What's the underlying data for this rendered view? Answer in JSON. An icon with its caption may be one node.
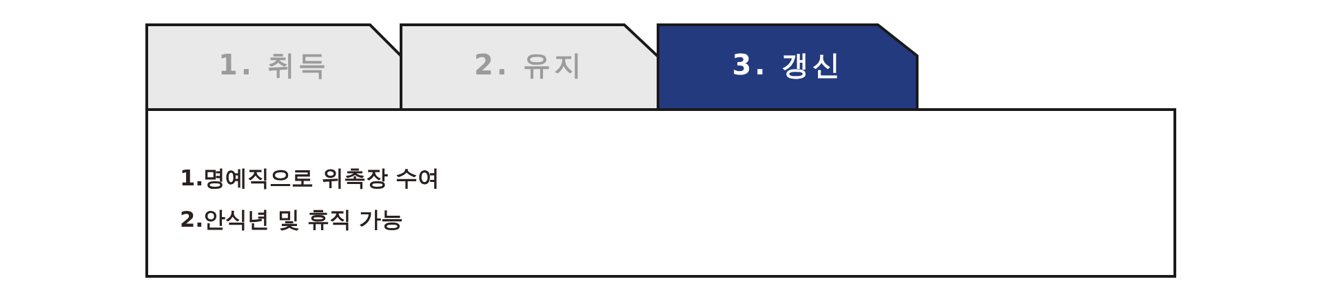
{
  "diagram": {
    "nodes": [
      {
        "text": [
          "1. 취득"
        ]
      },
      {
        "text": [
          "2. 유지"
        ]
      },
      {
        "text": [
          "3. 갱신"
        ]
      },
      {
        "text": [
          "1.명예직으로 위촉장 수여",
          "2.안식년 및 휴직 가능"
        ]
      }
    ]
  }
}
